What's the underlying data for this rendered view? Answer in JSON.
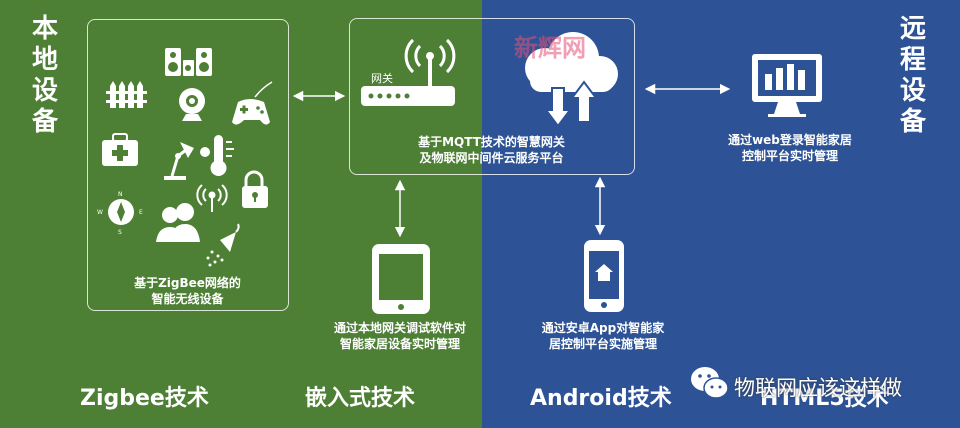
{
  "local_devices_label": "本地设备",
  "remote_devices_label": "远程设备",
  "zigbee_caption": [
    "基于ZigBee网络的",
    "智能无线设备"
  ],
  "gateway_label": "网关",
  "gateway_caption": [
    "基于MQTT技术的智慧网关",
    "及物联网中间件云服务平台"
  ],
  "web_caption": [
    "通过web登录智能家居",
    "控制平台实时管理"
  ],
  "tablet_caption": [
    "通过本地网关调试软件对",
    "智能家居设备实时管理"
  ],
  "phone_caption": [
    "通过安卓App对智能家",
    "居控制平台实施管理"
  ],
  "bottom_labels": [
    "Zigbee技术",
    "嵌入式技术",
    "Android技术",
    "HTML5技术"
  ],
  "watermark": "新辉网",
  "wechat_account": "物联网应该这样做",
  "colors": {
    "left_bg": "#4d7f35",
    "right_bg": "#2d5396",
    "text": "#ffffff"
  }
}
